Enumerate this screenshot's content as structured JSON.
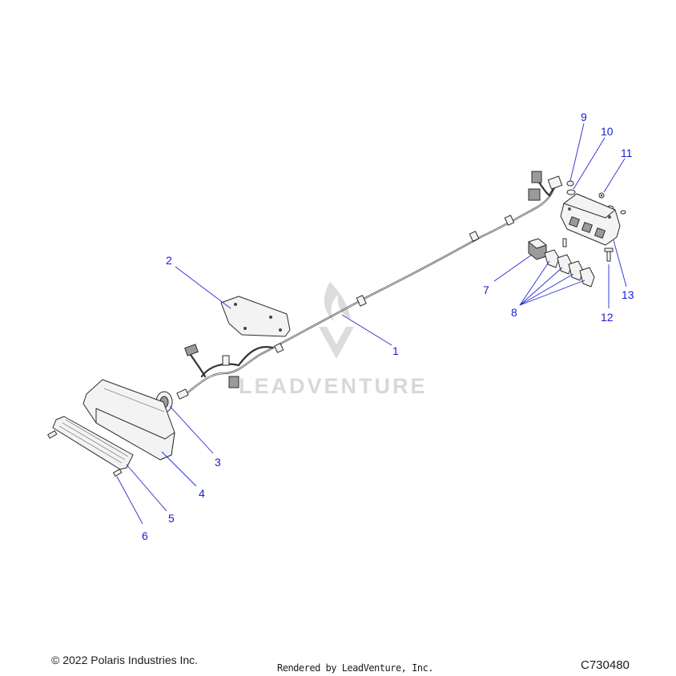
{
  "watermark": {
    "text": "LEADVENTURE",
    "color": "#d8d8d8"
  },
  "callout_color": "#1a1ad6",
  "callouts": [
    {
      "id": "1",
      "label": "1"
    },
    {
      "id": "2",
      "label": "2"
    },
    {
      "id": "3",
      "label": "3"
    },
    {
      "id": "4",
      "label": "4"
    },
    {
      "id": "5",
      "label": "5"
    },
    {
      "id": "6",
      "label": "6"
    },
    {
      "id": "7",
      "label": "7"
    },
    {
      "id": "8",
      "label": "8"
    },
    {
      "id": "9",
      "label": "9"
    },
    {
      "id": "10",
      "label": "10"
    },
    {
      "id": "11",
      "label": "11"
    },
    {
      "id": "12",
      "label": "12"
    },
    {
      "id": "13",
      "label": "13"
    }
  ],
  "footer": {
    "copyright": "© 2022 Polaris Industries Inc.",
    "rendered_by": "Rendered by LeadVenture, Inc.",
    "diagram_code": "C730480"
  }
}
